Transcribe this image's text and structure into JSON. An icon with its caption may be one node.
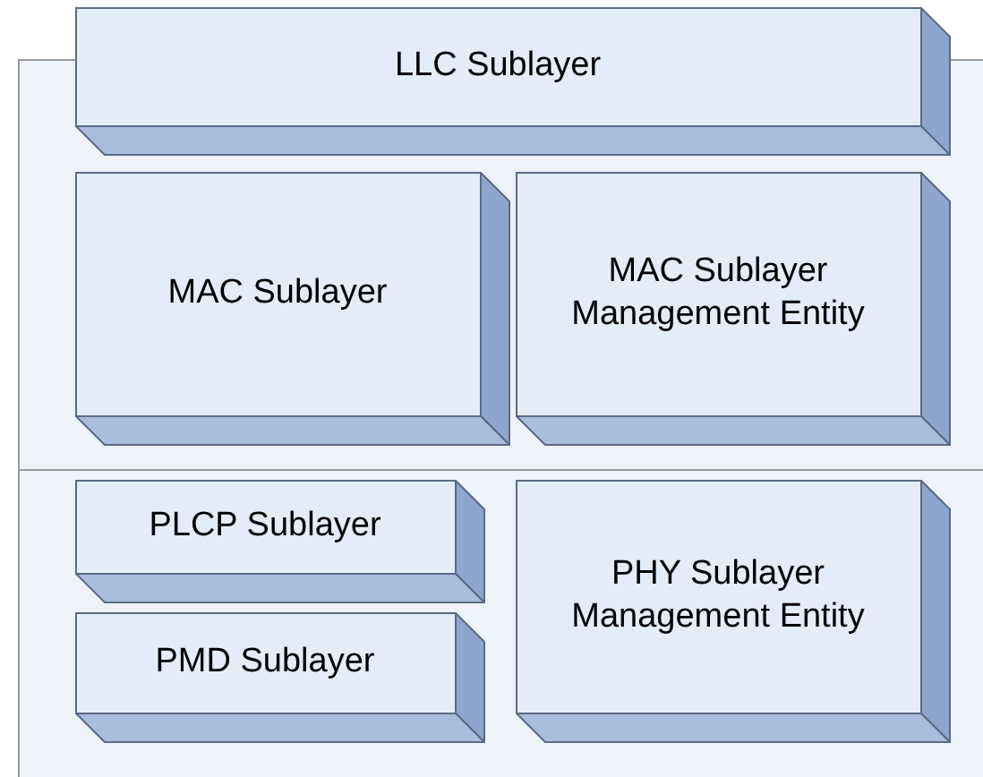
{
  "diagram": {
    "nodes": [
      {
        "text": [
          "LLC Sublayer"
        ]
      },
      {
        "text": [
          "MAC Sublayer"
        ]
      },
      {
        "text": [
          "MAC Sublayer Management Entity"
        ]
      },
      {
        "text": [
          "PLCP Sublayer"
        ]
      },
      {
        "text": [
          "PMD Sublayer"
        ]
      },
      {
        "text": [
          "PHY Sublayer Management Entity"
        ]
      }
    ]
  }
}
